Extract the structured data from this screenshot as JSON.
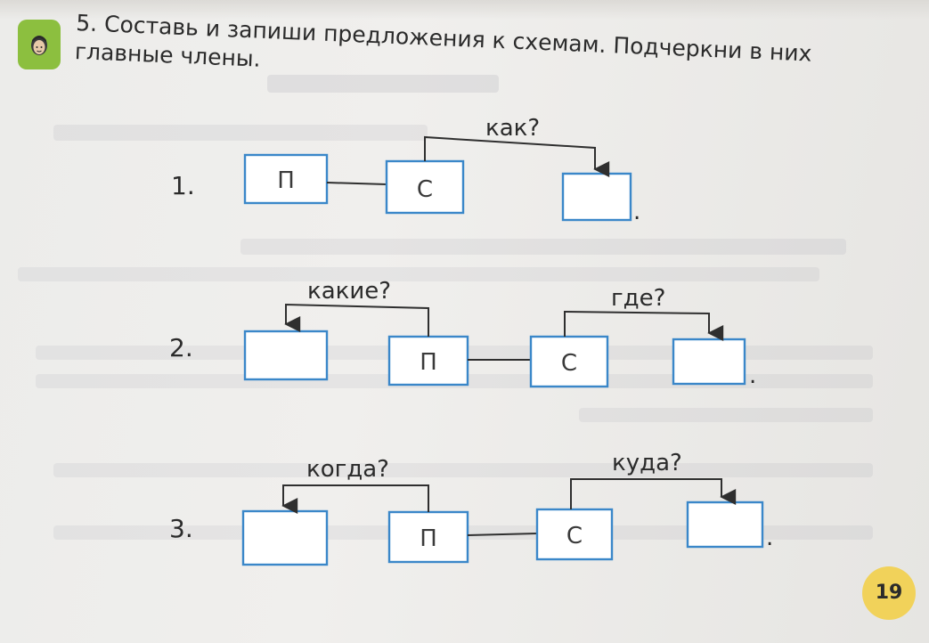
{
  "task": {
    "line1": "5. Составь и запиши предложения к схемам. Подчеркни в них",
    "line2": "главные члены."
  },
  "schemes": [
    {
      "number": "1.",
      "boxes": [
        "П",
        "С",
        ""
      ],
      "questions": [
        "как?"
      ],
      "end": "."
    },
    {
      "number": "2.",
      "boxes": [
        "",
        "П",
        "С",
        ""
      ],
      "questions": [
        "какие?",
        "где?"
      ],
      "end": "."
    },
    {
      "number": "3.",
      "boxes": [
        "",
        "П",
        "С",
        ""
      ],
      "questions": [
        "когда?",
        "куда?"
      ],
      "end": "."
    }
  ],
  "page_number": "19",
  "colors": {
    "box_border": "#3a87c9",
    "badge": "#8cbf3f",
    "page_number_circle": "#f1d25a"
  },
  "icons": [
    "student-face-icon"
  ]
}
